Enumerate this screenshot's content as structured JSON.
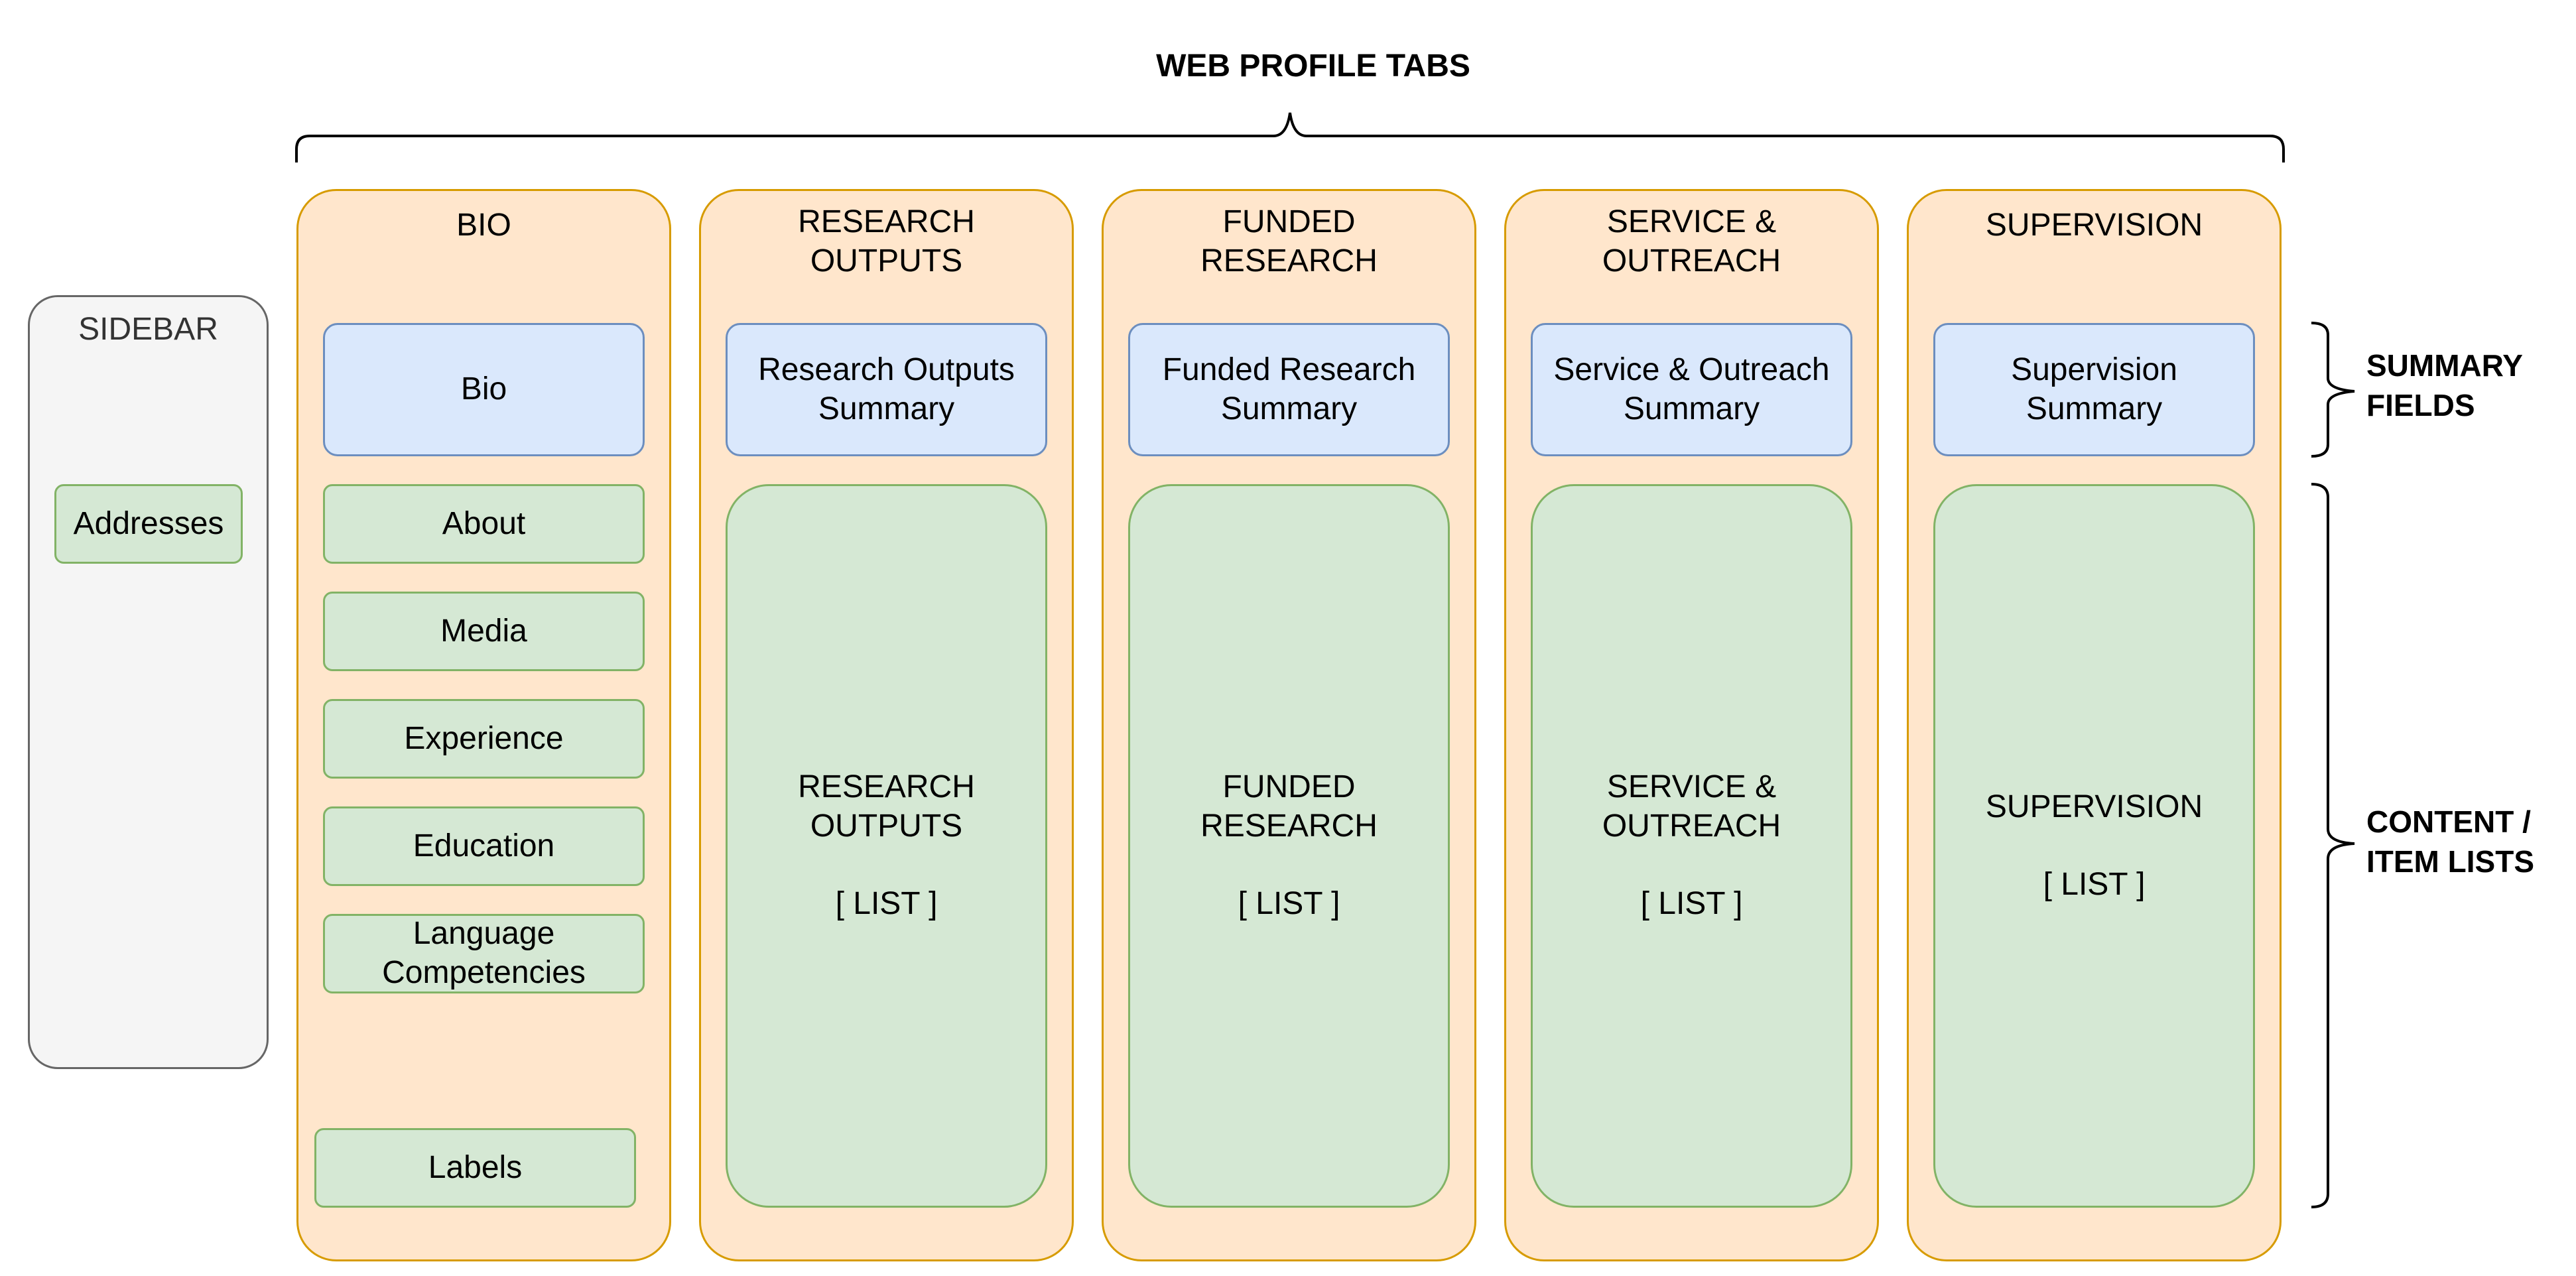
{
  "header": {
    "title": "WEB PROFILE TABS"
  },
  "sidebar": {
    "title": "SIDEBAR",
    "items": [
      {
        "label": "Addresses"
      }
    ]
  },
  "tabs": [
    {
      "title": "BIO",
      "summary": "Bio",
      "items": [
        {
          "label": "About"
        },
        {
          "label": "Media"
        },
        {
          "label": "Experience"
        },
        {
          "label": "Education"
        },
        {
          "label": "Language\nCompetencies"
        },
        {
          "label": "Labels"
        }
      ]
    },
    {
      "title": "RESEARCH\nOUTPUTS",
      "summary": "Research Outputs\nSummary",
      "list": "RESEARCH\nOUTPUTS\n\n[ LIST ]"
    },
    {
      "title": "FUNDED\nRESEARCH",
      "summary": "Funded Research\nSummary",
      "list": "FUNDED\nRESEARCH\n\n[ LIST ]"
    },
    {
      "title": "SERVICE &\nOUTREACH",
      "summary": "Service & Outreach\nSummary",
      "list": "SERVICE &\nOUTREACH\n\n[ LIST ]"
    },
    {
      "title": "SUPERVISION",
      "summary": "Supervision\nSummary",
      "list": "SUPERVISION\n\n[ LIST ]"
    }
  ],
  "annotations": {
    "summary_fields": "SUMMARY\nFIELDS",
    "content_lists": "CONTENT /\nITEM LISTS"
  },
  "colors": {
    "tab_fill": "#ffe6cc",
    "tab_stroke": "#d79b00",
    "summary_fill": "#dae8fc",
    "summary_stroke": "#6c8ebf",
    "item_fill": "#d5e8d4",
    "item_stroke": "#82b366",
    "sidebar_fill": "#f5f5f5",
    "sidebar_stroke": "#666666"
  }
}
